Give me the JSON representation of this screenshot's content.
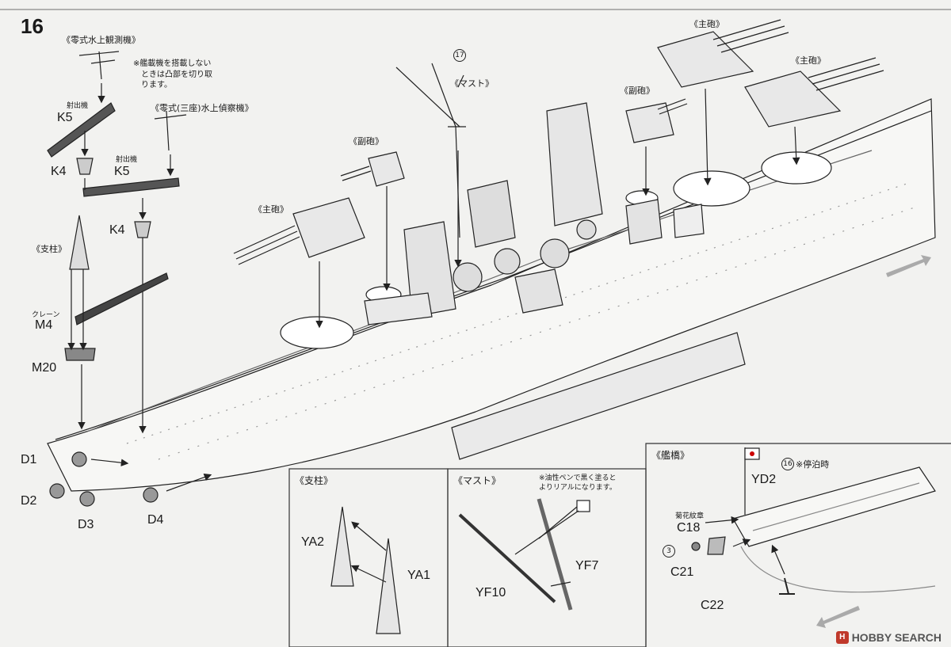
{
  "step": "16",
  "labels": {
    "seaplane_obs": "《零式水上観測機》",
    "seaplane_note": "※艦載機を搭載しない\n　ときは凸部を切り取\n　ります。",
    "seaplane_recon": "《零式(三座)水上偵察機》",
    "catapult_1": "射出機",
    "catapult_2": "射出機",
    "support": "《支柱》",
    "crane": "クレーン",
    "main_gun_fore": "《主砲》",
    "secondary_fore": "《副砲》",
    "mast": "《マスト》",
    "secondary_aft": "《副砲》",
    "main_gun_aft_1": "《主砲》",
    "main_gun_aft_2": "《主砲》",
    "inset_support": "《支柱》",
    "inset_mast": "《マスト》",
    "inset_mast_note": "※油性ペンで黒く塗ると\nよりリアルになります。",
    "inset_bridge": "《艦橋》",
    "chrysanthemum": "菊花紋章",
    "moored": "※停泊時"
  },
  "parts": {
    "k5a": "K5",
    "k4a": "K4",
    "k5b": "K5",
    "k4b": "K4",
    "m4": "M4",
    "m20": "M20",
    "d1": "D1",
    "d2": "D2",
    "d3": "D3",
    "d4": "D4",
    "ya2": "YA2",
    "ya1": "YA1",
    "yf10": "YF10",
    "yf7": "YF7",
    "yd2": "YD2",
    "c18": "C18",
    "c21": "C21",
    "c22": "C22"
  },
  "circled": {
    "c17": "17",
    "c16": "16",
    "c3": "3"
  },
  "watermark": {
    "logo": "H",
    "text": "HOBBY SEARCH"
  }
}
